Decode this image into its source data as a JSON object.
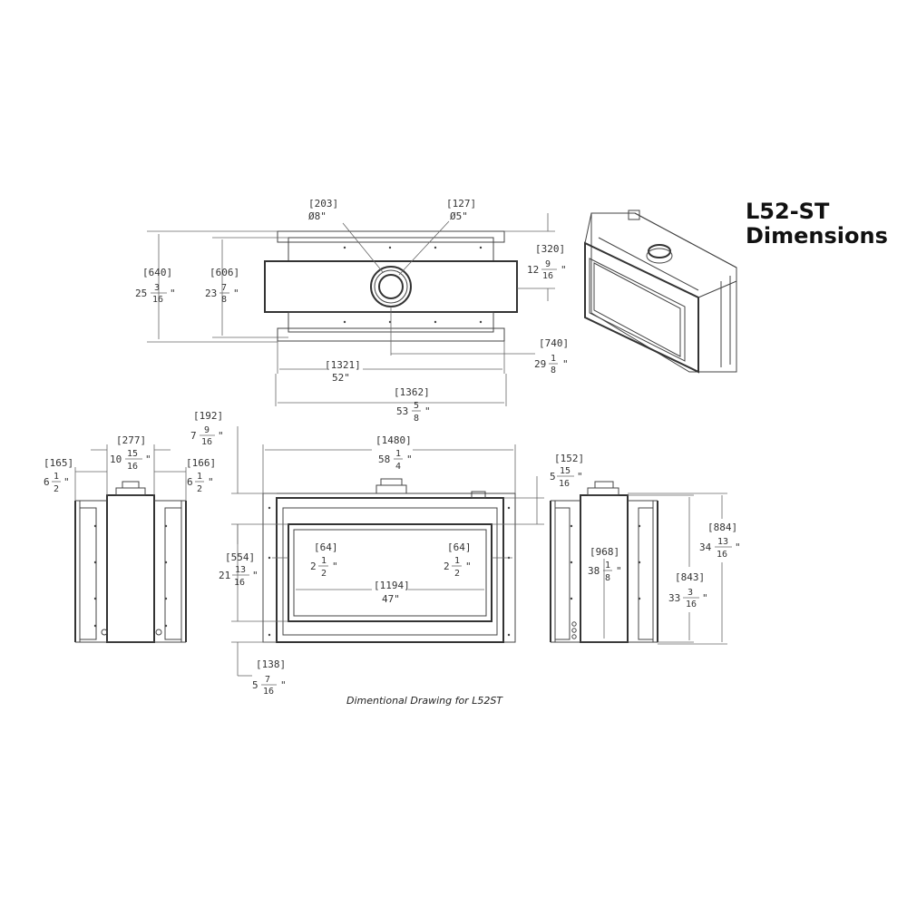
{
  "title": {
    "line1": "L52-ST",
    "line2": "Dimensions"
  },
  "caption": "Dimentional Drawing for L52ST",
  "dimensions": {
    "d203": {
      "mm": "[203]",
      "in": "Ø8\""
    },
    "d127": {
      "mm": "[127]",
      "in": "Ø5\""
    },
    "d640": {
      "mm": "[640]",
      "whole": "25",
      "num": "3",
      "den": "16"
    },
    "d606": {
      "mm": "[606]",
      "whole": "23",
      "num": "7",
      "den": "8"
    },
    "d320": {
      "mm": "[320]",
      "whole": "12",
      "num": "9",
      "den": "16"
    },
    "d740": {
      "mm": "[740]",
      "whole": "29",
      "num": "1",
      "den": "8"
    },
    "d1321": {
      "mm": "[1321]",
      "in": "52\""
    },
    "d1362": {
      "mm": "[1362]",
      "whole": "53",
      "num": "5",
      "den": "8"
    },
    "d192": {
      "mm": "[192]",
      "whole": "7",
      "num": "9",
      "den": "16"
    },
    "d277": {
      "mm": "[277]",
      "whole": "10",
      "num": "15",
      "den": "16"
    },
    "d165": {
      "mm": "[165]",
      "whole": "6",
      "num": "1",
      "den": "2"
    },
    "d166": {
      "mm": "[166]",
      "whole": "6",
      "num": "1",
      "den": "2"
    },
    "d1480": {
      "mm": "[1480]",
      "whole": "58",
      "num": "1",
      "den": "4"
    },
    "d152": {
      "mm": "[152]",
      "whole": "5",
      "num": "15",
      "den": "16"
    },
    "d554": {
      "mm": "[554]",
      "whole": "21",
      "num": "13",
      "den": "16"
    },
    "d64a": {
      "mm": "[64]",
      "whole": "2",
      "num": "1",
      "den": "2"
    },
    "d64b": {
      "mm": "[64]",
      "whole": "2",
      "num": "1",
      "den": "2"
    },
    "d1194": {
      "mm": "[1194]",
      "in": "47\""
    },
    "d138": {
      "mm": "[138]",
      "whole": "5",
      "num": "7",
      "den": "16"
    },
    "d968": {
      "mm": "[968]",
      "whole": "38",
      "num": "1",
      "den": "8"
    },
    "d843": {
      "mm": "[843]",
      "whole": "33",
      "num": "3",
      "den": "16"
    },
    "d884": {
      "mm": "[884]",
      "whole": "34",
      "num": "13",
      "den": "16"
    }
  }
}
